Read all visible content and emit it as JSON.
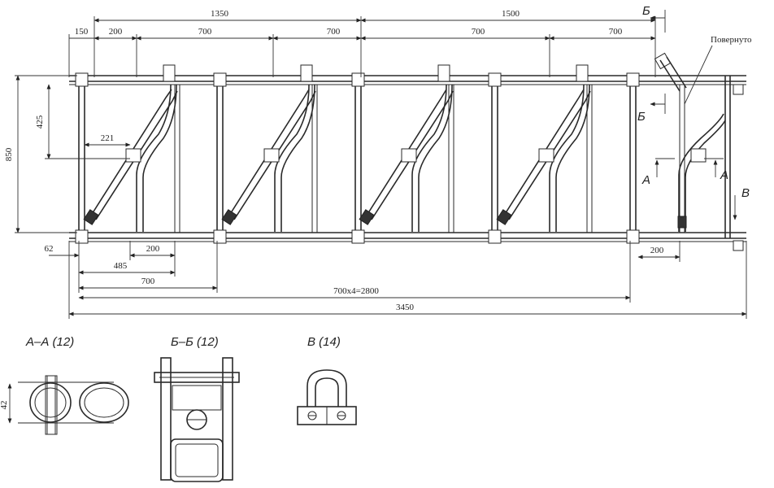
{
  "dims": {
    "d1350": "1350",
    "d1500": "1500",
    "d150": "150",
    "d200_top": "200",
    "d700_a": "700",
    "d700_b": "700",
    "d700_c": "700",
    "d700_d": "700",
    "d850": "850",
    "d425": "425",
    "d221": "221",
    "d62": "62",
    "d200_b": "200",
    "d485": "485",
    "d700_bot": "700",
    "d2800": "700x4=2800",
    "d3450": "3450",
    "d200_r": "200",
    "d42": "42"
  },
  "labels": {
    "povernuto": "Повернуто",
    "b_top": "Б",
    "b_bot": "Б",
    "a_left": "А",
    "a_right": "А",
    "v_arrow": "В"
  },
  "sections": {
    "aa": "А–А (12)",
    "bb": "Б–Б (12)",
    "v": "В (14)"
  }
}
